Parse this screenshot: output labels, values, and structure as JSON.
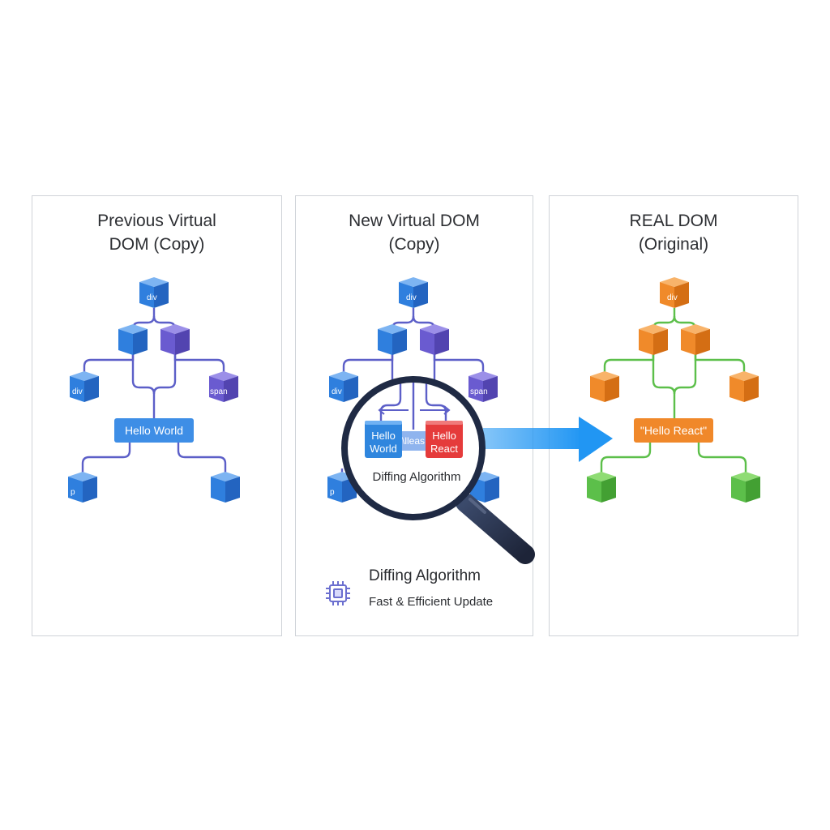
{
  "panels": {
    "previous": {
      "title_line1": "Previous Virtual",
      "title_line2": "DOM (Copy)"
    },
    "new": {
      "title_line1": "New Virtual DOM",
      "title_line2": "(Copy)"
    },
    "real": {
      "title_line1": "REAL DOM",
      "title_line2": "(Original)"
    }
  },
  "trees": {
    "previous": {
      "root_label": "div",
      "left_leaf_label": "div",
      "right_leaf_label": "span",
      "text_node": "Hello World",
      "bottom_left_label": "p",
      "colors": {
        "blue": "#3f86e0",
        "purple": "#6a5bd0",
        "line": "#5c5fc8",
        "node_fill": "#3e8ee6"
      }
    },
    "new": {
      "root_label": "div",
      "left_leaf_label": "div",
      "right_leaf_label": "span",
      "bottom_left_label": "p",
      "colors": {
        "blue": "#3f86e0",
        "purple": "#6a5bd0",
        "line": "#5c5fc8"
      }
    },
    "real": {
      "root_label": "div",
      "text_node": "\"Hello React\"",
      "colors": {
        "orange": "#f28a2a",
        "green": "#5cbf4a",
        "line": "#5cbf4a",
        "node_fill": "#f0882a"
      }
    }
  },
  "magnifier": {
    "old_text": "Hello World",
    "old_line1": "Hello",
    "old_line2": "World",
    "middle_text": "\\lleas",
    "new_line1": "Hello",
    "new_line2": "React",
    "caption": "Diffing Algorithm",
    "colors": {
      "old": "#2f86de",
      "new": "#e53b3b",
      "ring": "#1f2a44",
      "handle": "#2a3550"
    },
    "icon": "magnifier-icon"
  },
  "arrow": {
    "color": "#2196f3",
    "icon": "arrow-right-icon"
  },
  "legend": {
    "icon": "cpu-chip-icon",
    "title": "Diffing Algorithm",
    "subtitle": "Fast & Efficient Update"
  }
}
